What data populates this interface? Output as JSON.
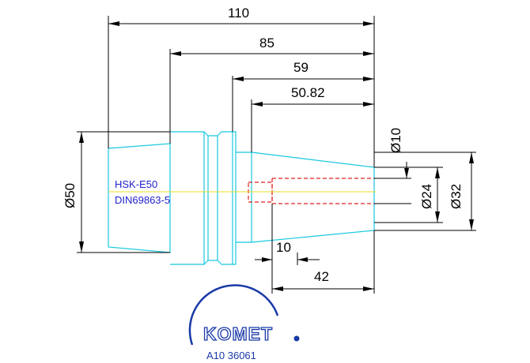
{
  "dimensions": {
    "total_length": "110",
    "length_85": "85",
    "length_59": "59",
    "length_50_82": "50.82",
    "dia_10": "Ø10",
    "dia_24": "Ø24",
    "dia_32": "Ø32",
    "dia_50": "Ø50",
    "depth_10": "10",
    "depth_42": "42"
  },
  "spec": {
    "interface": "HSK-E50",
    "standard": "DIN69863-5"
  },
  "branding": {
    "logo": "KOMET",
    "part_number": "A10 36061"
  },
  "colors": {
    "body_outline": "#18c8e0",
    "hidden_lines": "#e02020",
    "center_line": "#e8e020",
    "spec_text": "#2222cc",
    "brand_blue": "#1a3aa8",
    "dimension_lines": "#000000"
  }
}
